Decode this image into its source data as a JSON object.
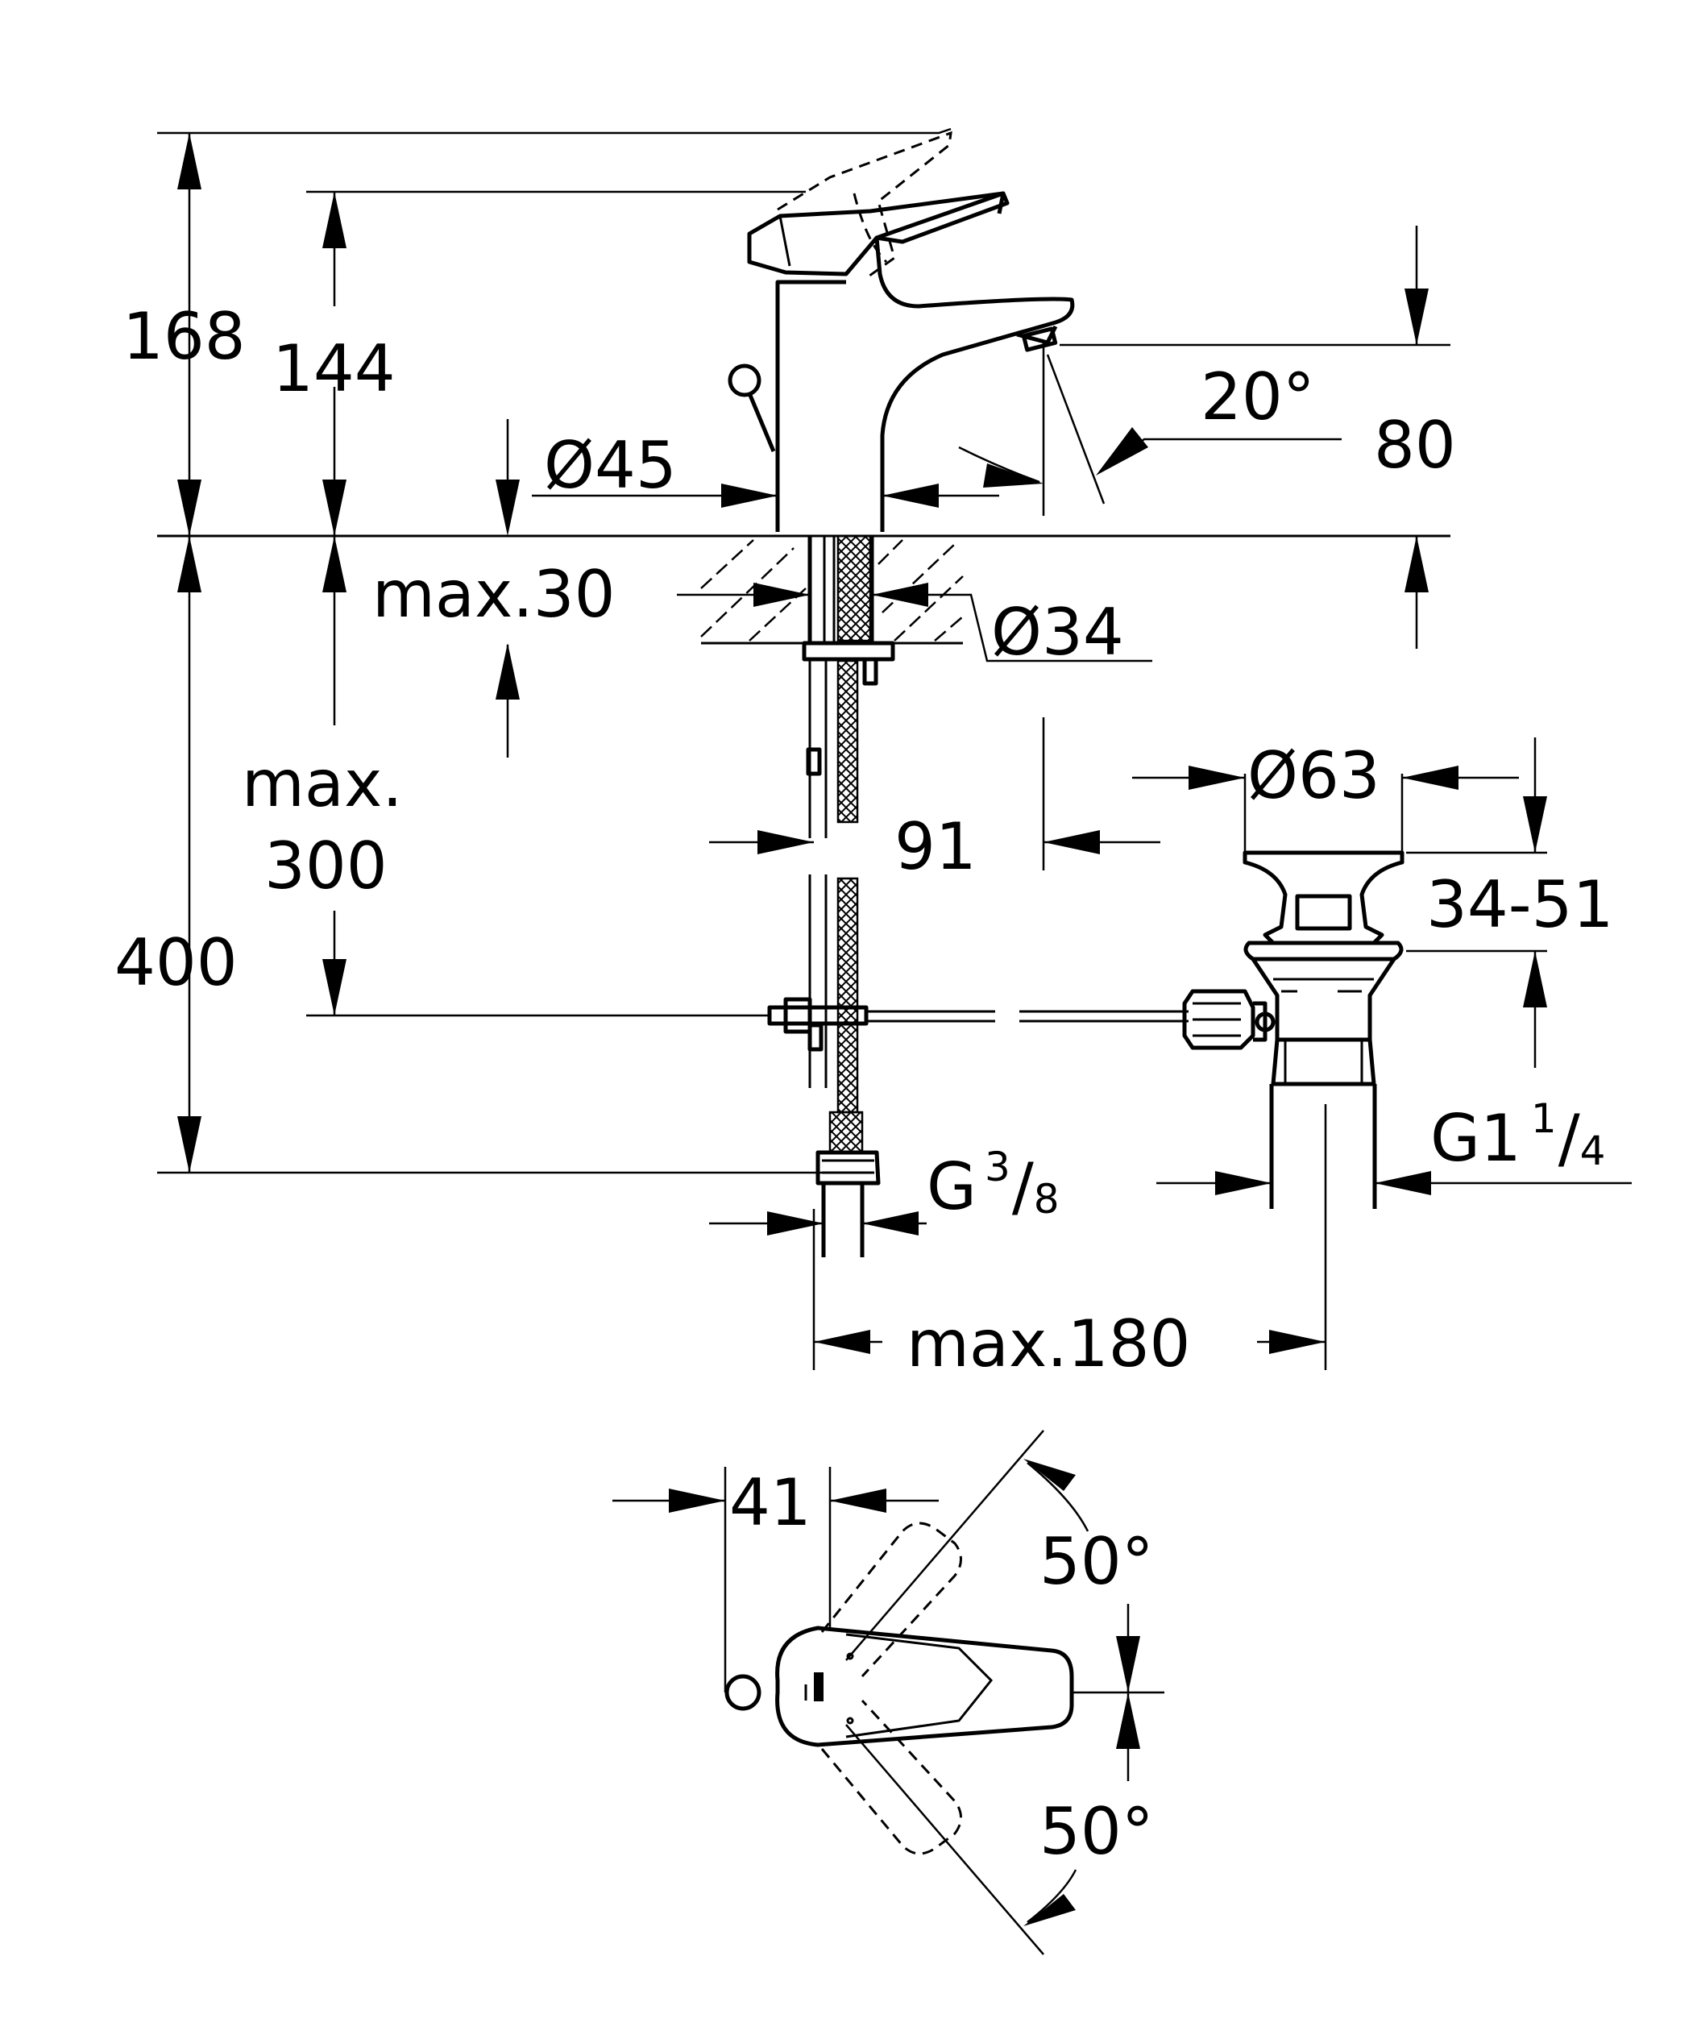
{
  "dimensions": {
    "height_total": "168",
    "height_spout": "144",
    "diameter_body": "Ø45",
    "spray_angle": "20°",
    "spout_height": "80",
    "deck_thickness": "max.30",
    "diameter_shank": "Ø34",
    "max_label": "max.",
    "length_hose": "300",
    "hose_offset": "91",
    "diameter_waste": "Ø63",
    "waste_range": "34-51",
    "length_total": "400",
    "thread_waste_main": "G1",
    "thread_waste_num": "1",
    "thread_waste_den": "4",
    "thread_supply_main": "G",
    "thread_supply_num": "3",
    "thread_supply_den": "8",
    "distance_pop_up": "max.180",
    "lever_offset": "41",
    "rotation_up": "50°",
    "rotation_down": "50°"
  }
}
